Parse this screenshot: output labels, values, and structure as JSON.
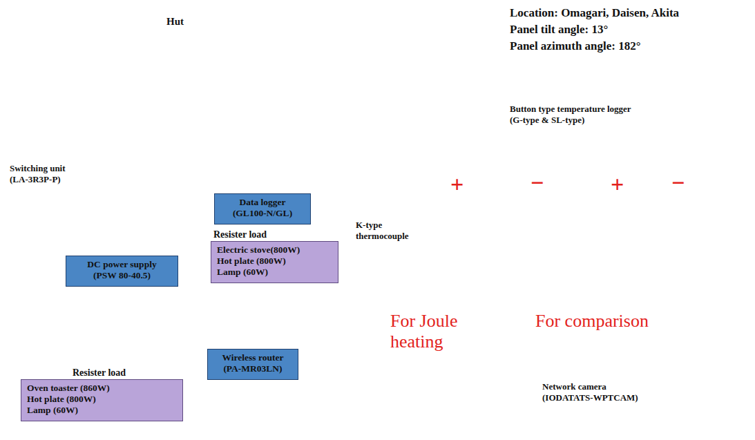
{
  "diagram": {
    "nodes": [
      {
        "text": [
          "Hut"
        ]
      },
      {
        "text": [
          "Data logger (GL100-N/GL)"
        ],
        "in": 0
      },
      {
        "text": [
          "Resister load",
          "Electric stove(800W) Hot plate (800W) Lamp (60W)"
        ],
        "in": 0
      },
      {
        "text": [
          "DC power supply (PSW 80-40.5)"
        ],
        "in": 0
      },
      {
        "text": [
          "Resister load",
          "Oven toaster (860W) Hot plate (800W) Lamp (60W)"
        ],
        "in": 0
      },
      {
        "text": [
          "Wireless router (PA-MR03LN)"
        ],
        "in": 0
      }
    ],
    "labels": [
      "Location: Omagari, Daisen, Akita",
      "Panel tilt angle: 13°",
      "Panel azimuth angle: 182°",
      "Button type temperature logger (G-type & SL-type)",
      "Switching unit (LA-3R3P-P)",
      "K-type thermocouple",
      "+",
      "−",
      "+",
      "−",
      "For Joule heating",
      "For comparison",
      "Network camera (IODATATS-WPTCAM)"
    ]
  }
}
